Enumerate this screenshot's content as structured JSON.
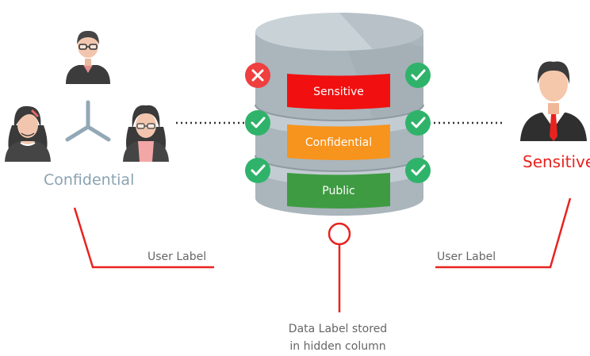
{
  "left_group": {
    "label": "Confidential"
  },
  "right_user": {
    "label": "Sensitive"
  },
  "database": {
    "tiers": [
      {
        "label": "Sensitive",
        "color": "#f20f0f"
      },
      {
        "label": "Confidential",
        "color": "#f7941d"
      },
      {
        "label": "Public",
        "color": "#3e9b42"
      }
    ],
    "access_left": [
      "denied",
      "granted",
      "granted"
    ],
    "access_right": [
      "granted",
      "granted",
      "granted"
    ]
  },
  "annotations": {
    "user_label_left": "User Label",
    "user_label_right": "User Label",
    "data_label_line1": "Data Label stored",
    "data_label_line2": "in hidden column"
  },
  "colors": {
    "accent_red": "#e8231f",
    "granted_green": "#2fb36a",
    "denied_red": "#ef3f3f",
    "db_gray": "#b3bec5",
    "db_dark_gray": "#9aa6ad",
    "group_label_gray": "#8aa2b2"
  }
}
